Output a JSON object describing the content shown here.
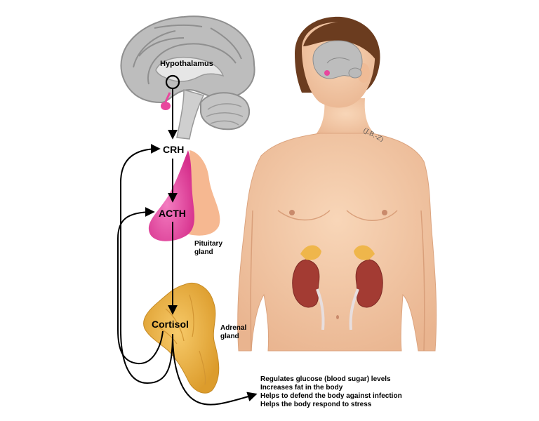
{
  "labels": {
    "hypothalamus": "Hypothalamus",
    "crh": "CRH",
    "acth": "ACTH",
    "cortisol": "Cortisol",
    "pituitary_line1": "Pituitary",
    "pituitary_line2": "gland",
    "adrenal_line1": "Adrenal",
    "adrenal_line2": "gland",
    "tattoo": "(J.B.-Z)"
  },
  "effects": [
    "Regulates glucose (blood sugar) levels",
    "Increases fat in the body",
    "Helps to defend the body against infection",
    "Helps the body respond to stress"
  ],
  "colors": {
    "brain": "#b9b9b9",
    "pituitary": "#e8479d",
    "adrenal": "#efb64b",
    "skin": "#f4c8a4",
    "kidney": "#a33b33",
    "hair": "#6b3c1f",
    "arrow": "#000000"
  }
}
